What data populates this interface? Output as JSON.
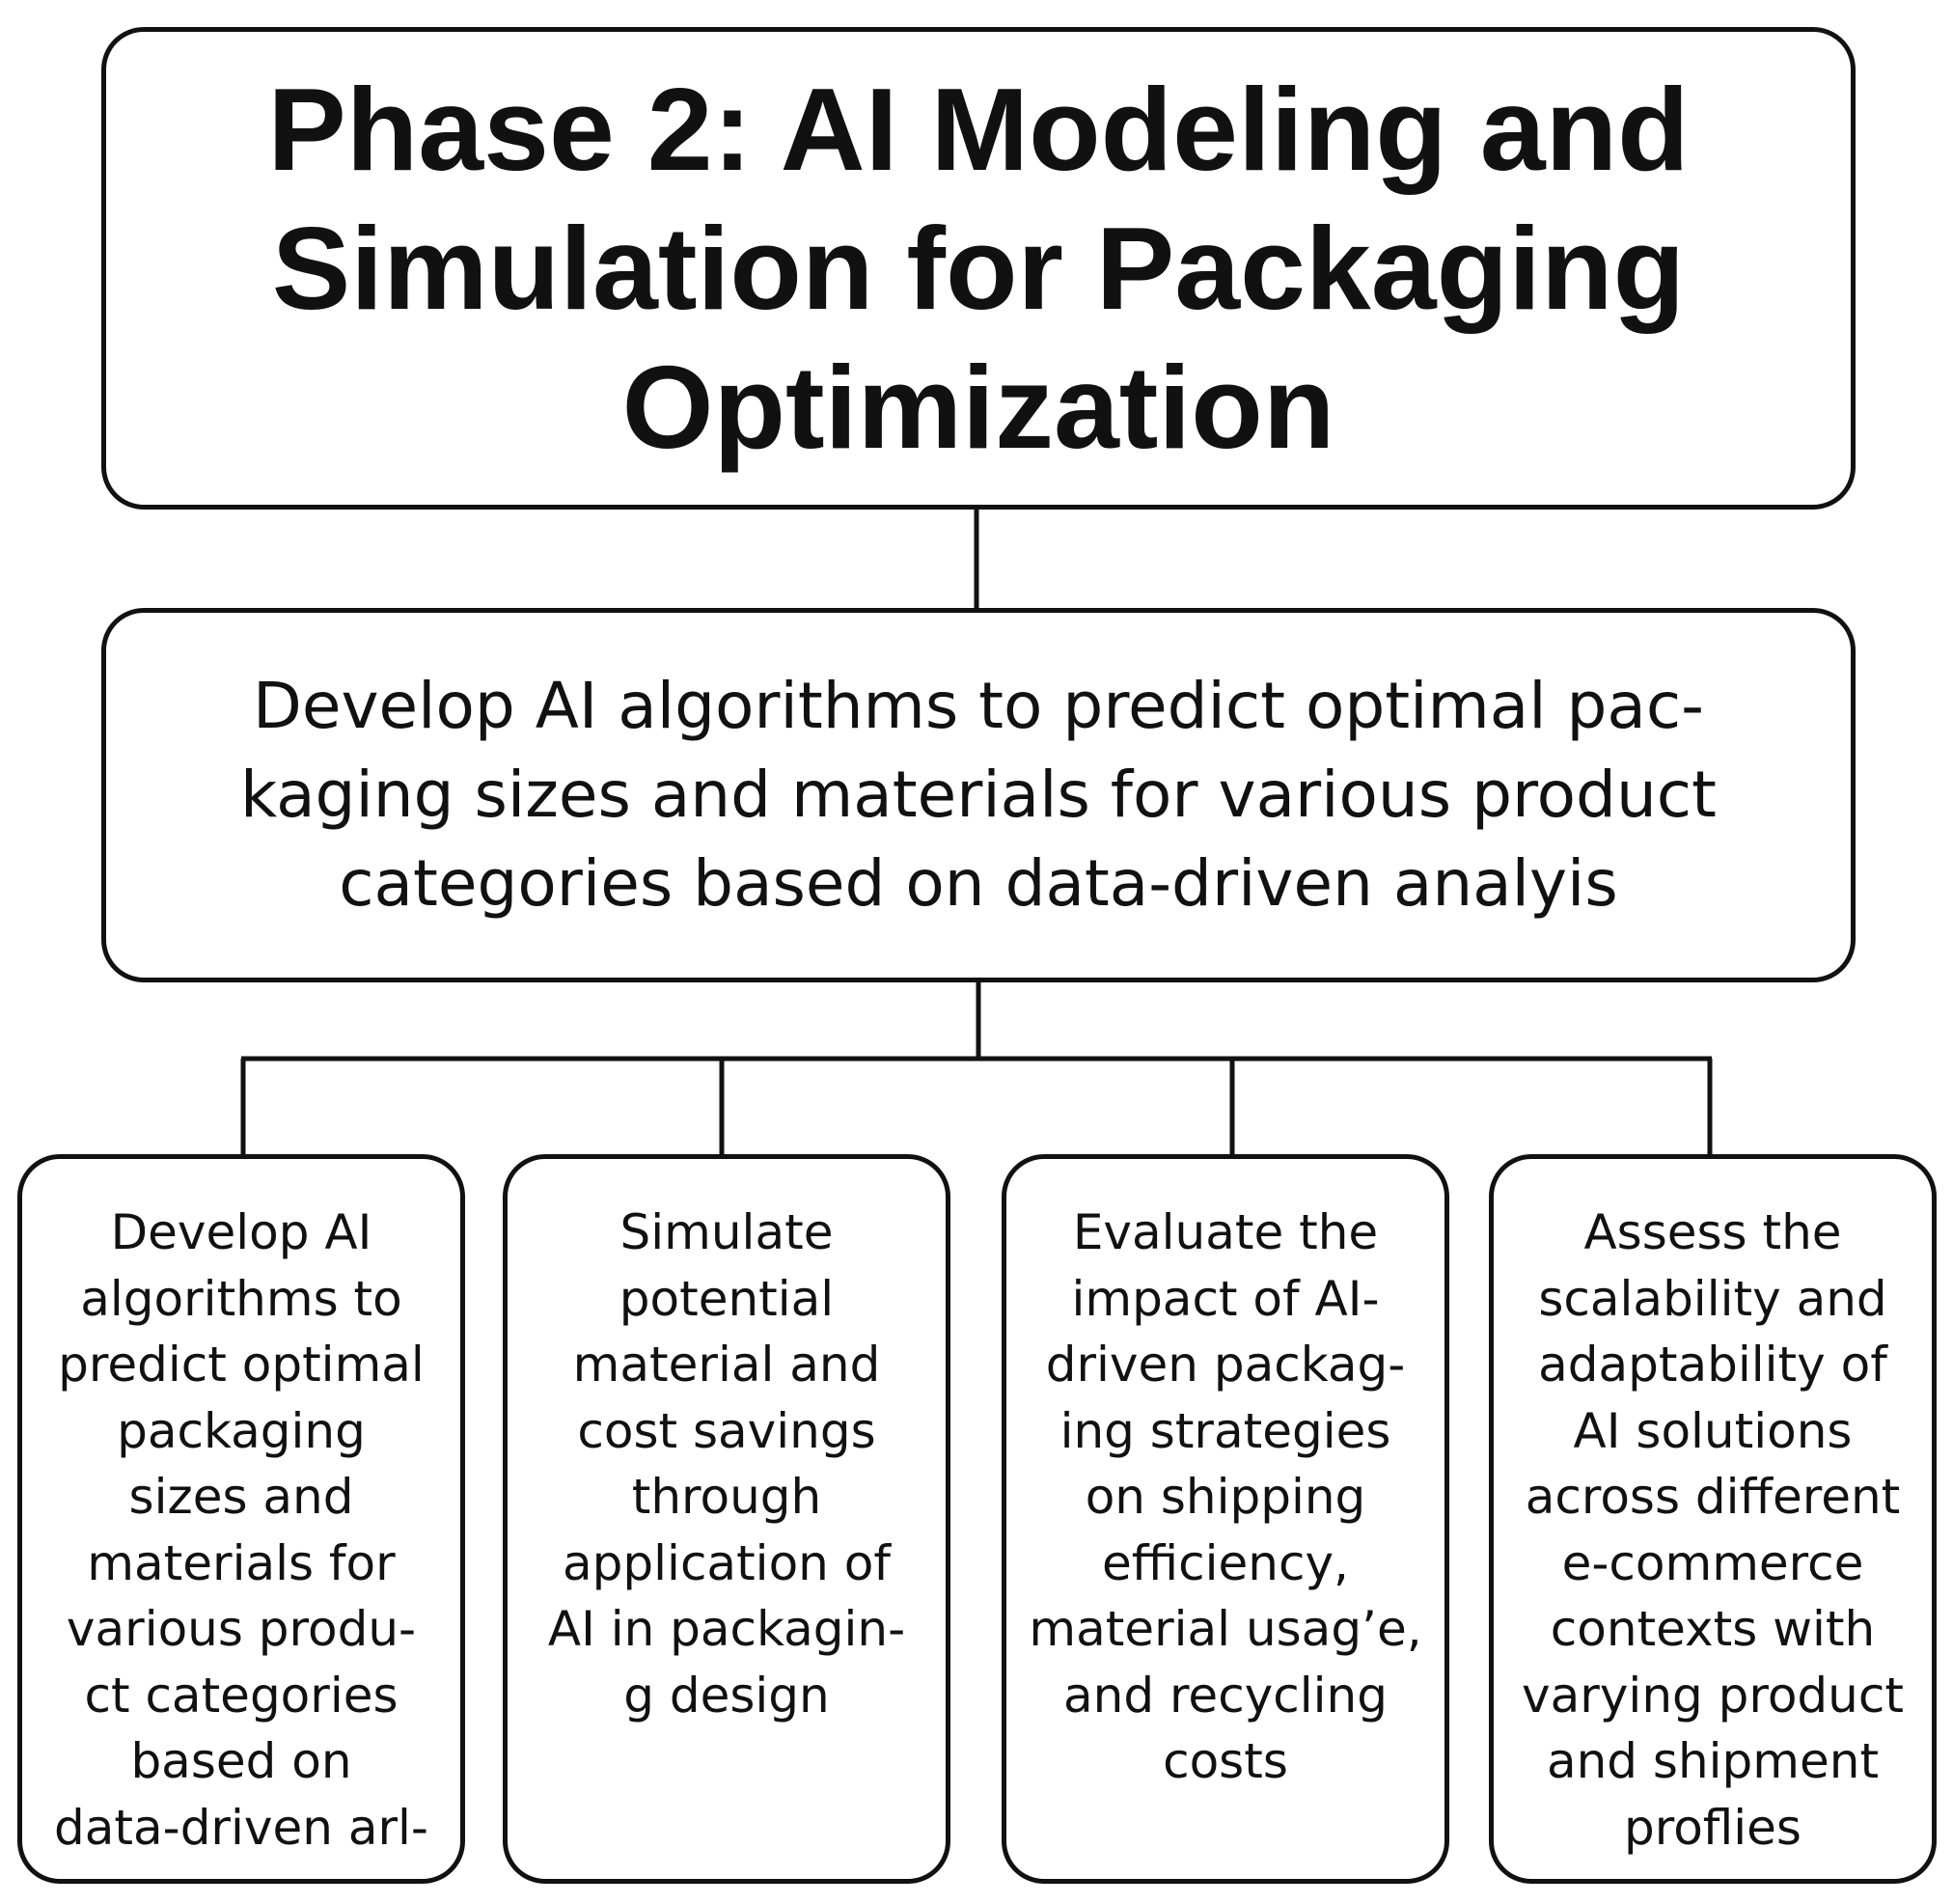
{
  "title": {
    "lines": [
      "Phase 2: AI Modeling and",
      "Simulation for Packaging",
      "Optimization"
    ]
  },
  "main_objective": {
    "lines": [
      "Develop AI algorithms to predict optimal pac-",
      "kaging sizes and materials for various product",
      "categories based on data-driven analyis"
    ]
  },
  "sub_tasks": [
    {
      "lines": [
        "Develop AI",
        "algorithms to",
        "predict optimal",
        "packaging",
        "sizes and",
        "materials for",
        "various produ-",
        "ct categories",
        "based on",
        "data-driven arl-"
      ]
    },
    {
      "lines": [
        "Simulate",
        "potential",
        "material and",
        "cost savings",
        "through",
        "application of",
        "AI in packagin-",
        "g design"
      ]
    },
    {
      "lines": [
        "Evaluate the",
        "impact of AI-",
        "driven packag-",
        "ing strategies",
        "on shipping",
        "efficiency,",
        "material usag’e,",
        "and recycling",
        "costs"
      ]
    },
    {
      "lines": [
        "Assess the",
        "scalability and",
        "adaptability of",
        "AI solutions",
        "across different",
        "e-commerce",
        "contexts with",
        "varying product",
        "and shipment",
        "proflies"
      ]
    }
  ],
  "colors": {
    "stroke": "#111111",
    "background": "#ffffff"
  }
}
